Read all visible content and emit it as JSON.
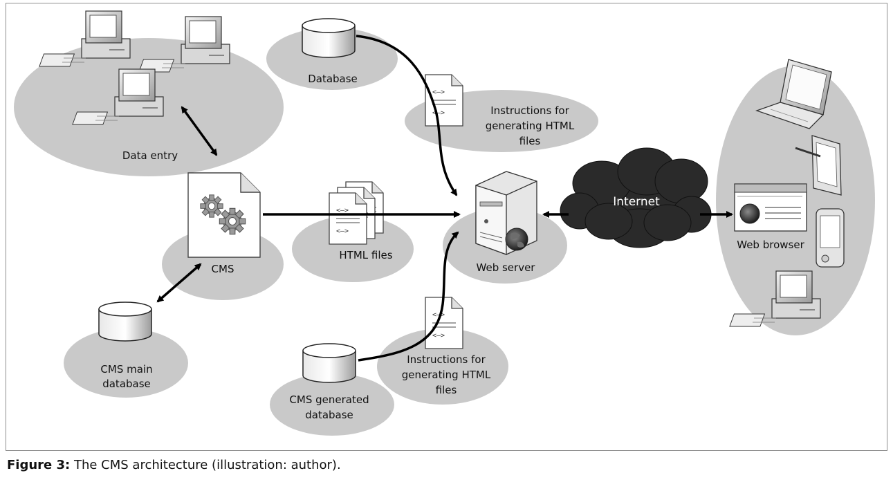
{
  "labels": {
    "data_entry": "Data entry",
    "database": "Database",
    "instructions_top": [
      "Instructions for",
      "generating  HTML",
      "files"
    ],
    "cms": "CMS",
    "html_files": "HTML files",
    "web_server": "Web server",
    "internet": "Internet",
    "web_browser": "Web browser",
    "cms_main_db": [
      "CMS main",
      "database"
    ],
    "cms_generated_db": [
      "CMS generated",
      "database"
    ],
    "instructions_bottom": [
      "Instructions for",
      "generating  HTML",
      "files"
    ]
  },
  "caption": {
    "prefix": "Figure 3:",
    "text": " The CMS architecture (illustration: author)."
  },
  "colors": {
    "blob": "#c9c9c9",
    "arrow": "#000000",
    "cloud": "#2a2a2a"
  }
}
